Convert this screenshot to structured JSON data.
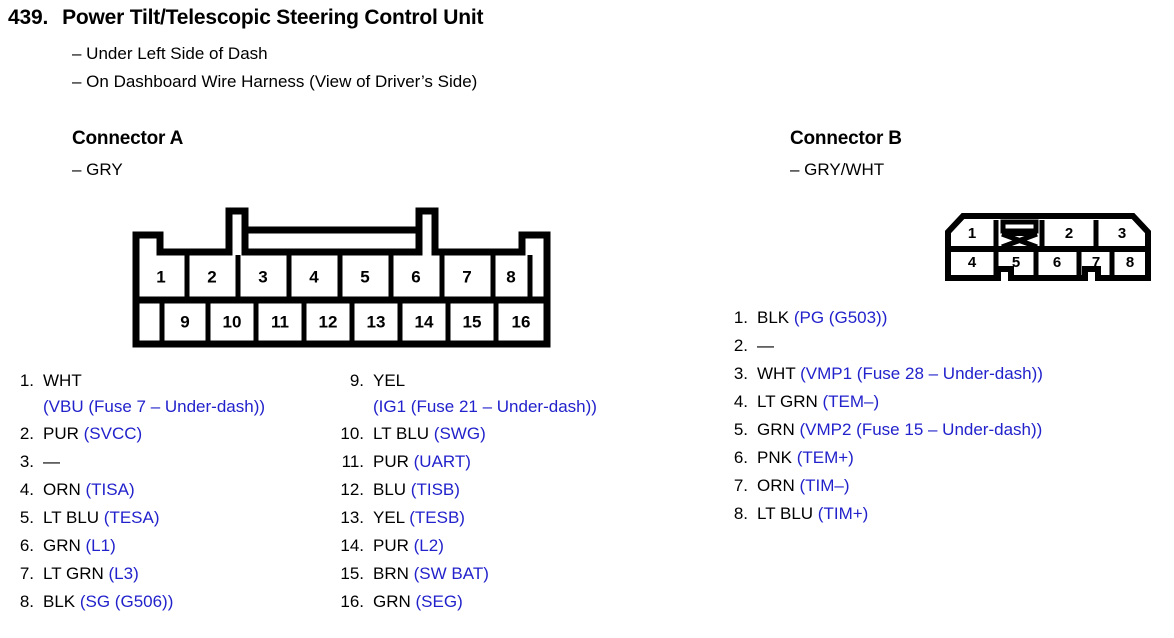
{
  "header": {
    "number": "439.",
    "title": "Power Tilt/Telescopic Steering Control Unit",
    "subtitles": [
      "– Under Left Side of Dash",
      "– On Dashboard Wire Harness (View of Driver’s Side)"
    ]
  },
  "colors": {
    "signal_blue": "#2222cc",
    "text_black": "#000000",
    "background": "#ffffff"
  },
  "connector_a": {
    "heading": "Connector A",
    "sub": "– GRY",
    "diagram": {
      "top_row_pins": [
        "1",
        "2",
        "3",
        "4",
        "5",
        "6",
        "7",
        "8"
      ],
      "bottom_row_pins": [
        "9",
        "10",
        "11",
        "12",
        "13",
        "14",
        "15",
        "16"
      ],
      "has_top_latch": true
    },
    "pins_col1": [
      {
        "idx": "1.",
        "color": "WHT",
        "signal": "(VBU (Fuse 7 – Under-dash))",
        "two_line": true
      },
      {
        "idx": "2.",
        "color": "PUR",
        "signal": "(SVCC)",
        "two_line": false
      },
      {
        "idx": "3.",
        "color": "—",
        "signal": "",
        "two_line": false
      },
      {
        "idx": "4.",
        "color": "ORN",
        "signal": "(TISA)",
        "two_line": false
      },
      {
        "idx": "5.",
        "color": "LT BLU",
        "signal": "(TESA)",
        "two_line": false
      },
      {
        "idx": "6.",
        "color": "GRN",
        "signal": "(L1)",
        "two_line": false
      },
      {
        "idx": "7.",
        "color": "LT GRN",
        "signal": "(L3)",
        "two_line": false
      },
      {
        "idx": "8.",
        "color": "BLK",
        "signal": "(SG (G506))",
        "two_line": false
      }
    ],
    "pins_col2": [
      {
        "idx": "9.",
        "color": "YEL",
        "signal": "(IG1 (Fuse 21 – Under-dash))",
        "two_line": true
      },
      {
        "idx": "10.",
        "color": "LT BLU",
        "signal": "(SWG)",
        "two_line": false
      },
      {
        "idx": "11.",
        "color": "PUR",
        "signal": "(UART)",
        "two_line": false
      },
      {
        "idx": "12.",
        "color": "BLU",
        "signal": "(TISB)",
        "two_line": false
      },
      {
        "idx": "13.",
        "color": "YEL",
        "signal": "(TESB)",
        "two_line": false
      },
      {
        "idx": "14.",
        "color": "PUR",
        "signal": "(L2)",
        "two_line": false
      },
      {
        "idx": "15.",
        "color": "BRN",
        "signal": "(SW BAT)",
        "two_line": false
      },
      {
        "idx": "16.",
        "color": "GRN",
        "signal": "(SEG)",
        "two_line": false
      }
    ]
  },
  "connector_b": {
    "heading": "Connector B",
    "sub": "– GRY/WHT",
    "diagram": {
      "top_row_pins": [
        "1",
        "blocked",
        "2",
        "3"
      ],
      "bottom_row_pins": [
        "4",
        "5",
        "6",
        "7",
        "8"
      ],
      "blocked_cell_label": "blocked-cavity"
    },
    "pins": [
      {
        "idx": "1.",
        "color": "BLK",
        "signal": "(PG (G503))"
      },
      {
        "idx": "2.",
        "color": "—",
        "signal": ""
      },
      {
        "idx": "3.",
        "color": "WHT",
        "signal": "(VMP1 (Fuse 28 – Under-dash))"
      },
      {
        "idx": "4.",
        "color": "LT GRN",
        "signal": "(TEM–)"
      },
      {
        "idx": "5.",
        "color": "GRN",
        "signal": "(VMP2 (Fuse 15 – Under-dash))"
      },
      {
        "idx": "6.",
        "color": "PNK",
        "signal": "(TEM+)"
      },
      {
        "idx": "7.",
        "color": "ORN",
        "signal": "(TIM–)"
      },
      {
        "idx": "8.",
        "color": "LT BLU",
        "signal": "(TIM+)"
      }
    ]
  }
}
